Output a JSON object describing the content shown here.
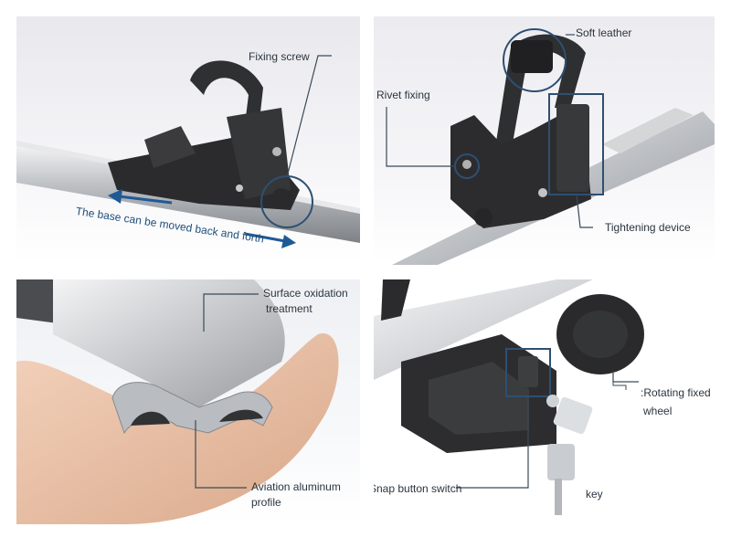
{
  "panels": {
    "top_left": {
      "callout_fixing_screw": "Fixing screw",
      "caption_base": "The base can be moved back and forth"
    },
    "top_right": {
      "callout_soft_leather": "Soft leather",
      "callout_rivet_fixing": "Rivet fixing",
      "callout_tightening_device": "Tightening device"
    },
    "bottom_left": {
      "callout_surface_line1": "Surface oxidation",
      "callout_surface_line2": "treatment",
      "callout_aviation_line1": "Aviation aluminum",
      "callout_aviation_line2": "profile"
    },
    "bottom_right": {
      "callout_rotating_line1": ":Rotating fixed",
      "callout_rotating_line2": "wheel",
      "callout_snap_button": "Snap button switch",
      "callout_key": "key"
    }
  },
  "colors": {
    "callout_line": "#3a4a58",
    "highlight_ring": "#2e4f72",
    "caption_blue": "#1f4f7a",
    "arrow_blue": "#1f5a96"
  }
}
